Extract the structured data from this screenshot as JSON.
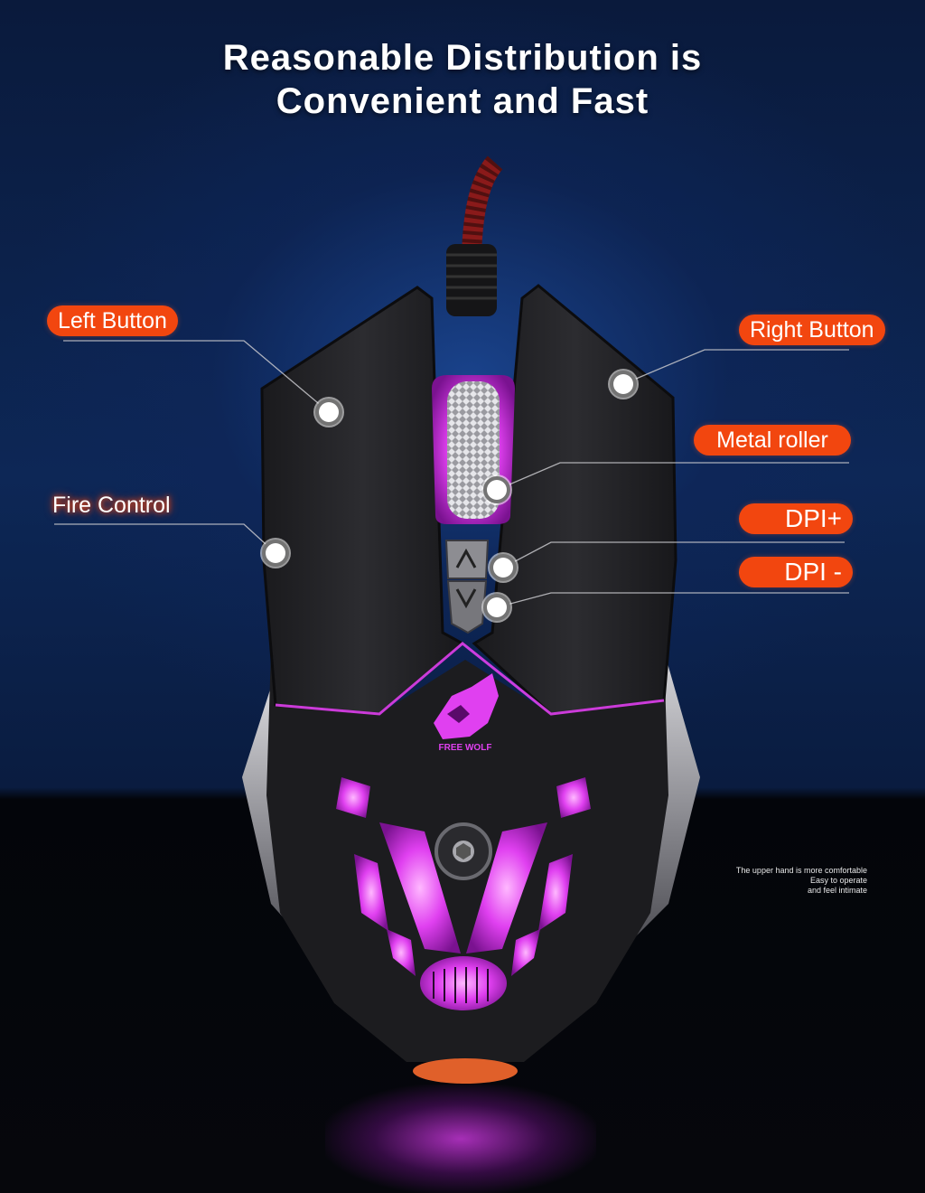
{
  "title": {
    "line1": "Reasonable Distribution is",
    "line2": "Convenient and Fast"
  },
  "labels": {
    "left_button": "Left Button",
    "right_button": "Right Button",
    "metal_roller": "Metal roller",
    "fire_control": "Fire Control",
    "dpi_plus": "DPI+",
    "dpi_minus": "DPI -"
  },
  "logo_text": "FREE WOLF",
  "note": {
    "line1": "The upper hand is more comfortable",
    "line2": "Easy to operate",
    "line3": "and feel intimate"
  },
  "colors": {
    "tag_orange": "#f2460f",
    "glow_pink": "#e040f0",
    "background_blue": "#0d2756"
  }
}
